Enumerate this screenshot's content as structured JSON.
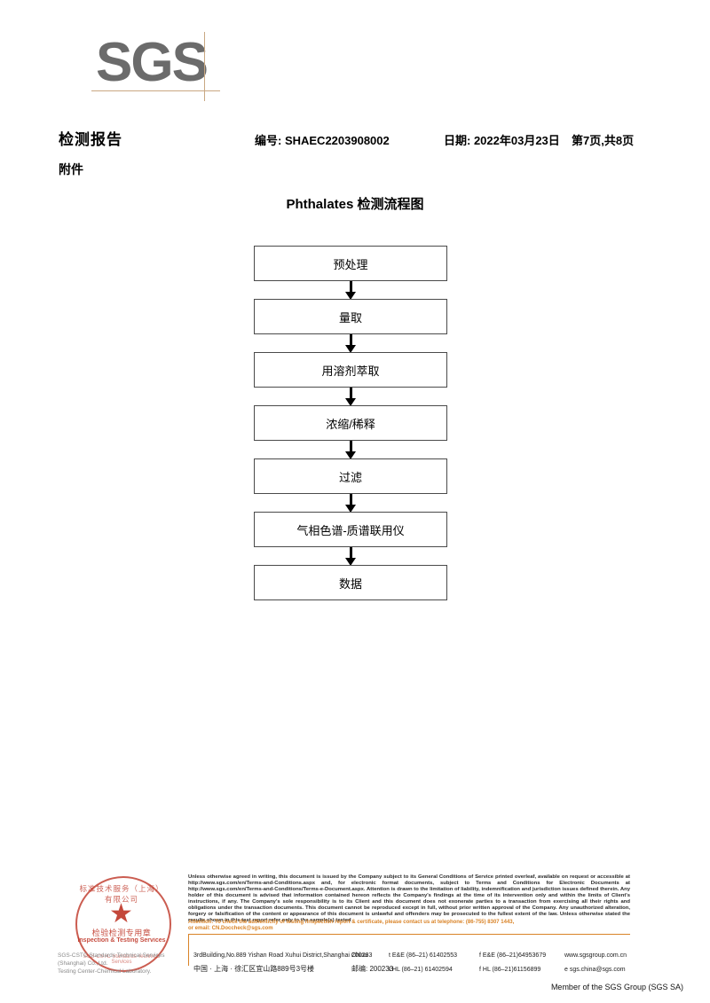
{
  "logo": {
    "text": "SGS"
  },
  "header": {
    "title": "检测报告",
    "attachment_label": "附件",
    "report_no": "编号: SHAEC2203908002",
    "date": "日期: 2022年03月23日",
    "page": "第7页,共8页"
  },
  "flowchart": {
    "title": "Phthalates 检测流程图",
    "nodes": [
      {
        "label": "预处理"
      },
      {
        "label": "量取"
      },
      {
        "label": "用溶剂萃取"
      },
      {
        "label": "浓缩/稀释"
      },
      {
        "label": "过滤"
      },
      {
        "label": "气相色谱-质谱联用仪"
      },
      {
        "label": "数据"
      }
    ]
  },
  "stamp": {
    "arc_top": "标准技术服务（上海）有限公司",
    "cn_label": "检验检测专用章",
    "en_label": "Inspection & Testing Services",
    "arc_bottom": "SGS-CSTC Standards Technical Services",
    "grey_line1": "SGS-CSTC Standards Technical Services (Shanghai) Co.,Ltd.",
    "grey_line2": "Testing Center-Chemical Laboratory."
  },
  "footer": {
    "legal_paragraphs": [
      "Unless otherwise agreed in writing, this document is issued by the Company subject to its General Conditions of Service printed overleaf, available on request or accessible at http://www.sgs.com/en/Terms-and-Conditions.aspx and, for electronic format documents, subject to Terms and Conditions for Electronic Documents at http://www.sgs.com/en/Terms-and-Conditions/Terms-e-Document.aspx. Attention is drawn to the limitation of liability, indemnification and jurisdiction issues defined therein. Any holder of this document is advised that information contained hereon reflects the Company's findings at the time of its intervention only and within the limits of Client's instructions, if any. The Company's sole responsibility is to its Client and this document does not exonerate parties to a transaction from exercising all their rights and obligations under the transaction documents. This document cannot be reproduced except in full, without prior written approval of the Company. Any unauthorized alteration, forgery or falsification of the content or appearance of this document is unlawful and offenders may be prosecuted to the fullest extent of the law. Unless otherwise stated the results shown in this test report refer only to the sample(s) tested ."
    ],
    "attention_line1": "Attention: To check the authenticity of testing /inspection report & certificate, please contact us at telephone: (86-755) 8307 1443,",
    "attention_line2": "or email: CN.Doccheck@sgs.com",
    "address_rows": [
      {
        "address": "3rdBuilding,No.889 Yishan Road Xuhui District,Shanghai China",
        "zip": "200233",
        "tel1": "t E&E (86–21) 61402553",
        "tel2": "f E&E (86–21)64953679",
        "web": "www.sgsgroup.com.cn"
      },
      {
        "address": "中国 · 上海 · 徐汇区宜山路889号3号楼",
        "zip": "邮编: 200233",
        "tel1": "t HL (86–21) 61402594",
        "tel2": "f HL (86–21)61156899",
        "web": "e sgs.china@sgs.com"
      }
    ],
    "member_text": "Member of the SGS Group (SGS SA)"
  },
  "colors": {
    "logo_grey": "#6b6b6b",
    "logo_rule": "#c9a882",
    "stamp_red": "#c0392b",
    "attention_orange": "#d98327"
  }
}
